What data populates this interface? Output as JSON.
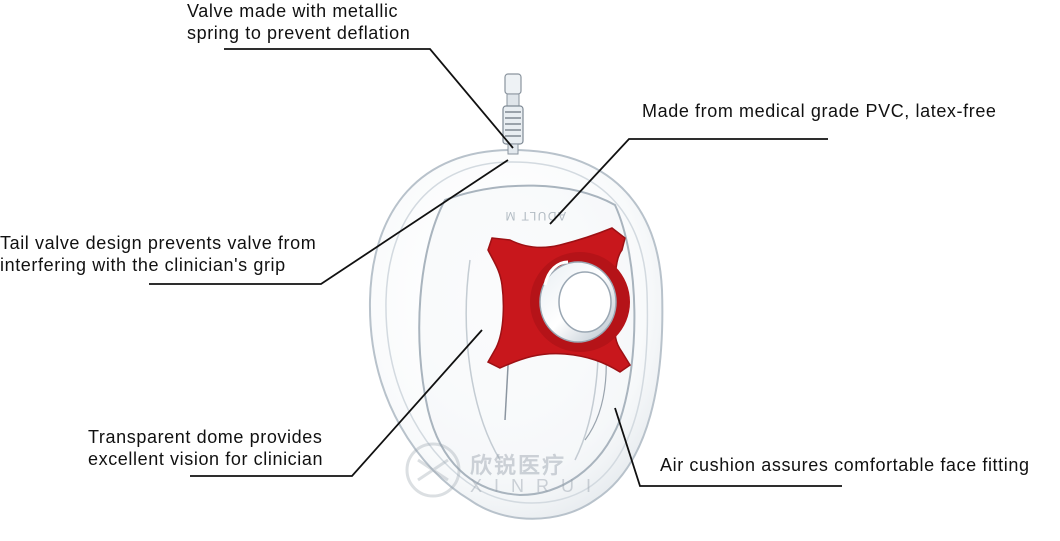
{
  "annotations": {
    "valve": {
      "line1": "Valve made with metallic",
      "line2": "spring to prevent deflation"
    },
    "material": {
      "line1": "Made from medical grade PVC, latex-free"
    },
    "tail_valve": {
      "line1": "Tail valve design prevents valve from",
      "line2": "interfering with the clinician's grip"
    },
    "dome": {
      "line1": "Transparent dome provides",
      "line2": "excellent vision for clinician"
    },
    "cushion": {
      "line1": "Air cushion assures comfortable face fitting"
    }
  },
  "product": {
    "embossed_size": "ADULT M",
    "watermark_cn": "欣锐医疗",
    "watermark_en": "XINRUI"
  },
  "colors": {
    "connector_red": "#c8171c",
    "leader_line": "#111111",
    "mask_outline": "#b8c2cb"
  }
}
